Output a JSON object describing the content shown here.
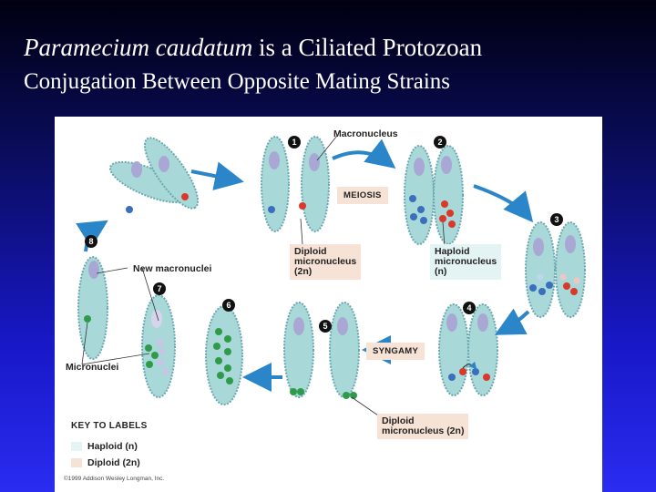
{
  "title": {
    "italic_part": "Paramecium caudatum",
    "rest": " is a Ciliated Protozoan"
  },
  "subtitle": "Conjugation Between Opposite Mating Strains",
  "diagram": {
    "steps": [
      "1",
      "2",
      "3",
      "4",
      "5",
      "6",
      "7",
      "8"
    ],
    "macronucleus_label": "Macronucleus",
    "meiosis_label": "MEIOSIS",
    "syngamy_label": "SYNGAMY",
    "diploid_micro_box": [
      "Diploid",
      "micronucleus",
      "(2n)"
    ],
    "haploid_micro_box": [
      "Haploid",
      "micronucleus",
      "(n)"
    ],
    "diploid_micro_box2": [
      "Diploid",
      "micronucleus (2n)"
    ],
    "new_macronuclei_label": "New macronuclei",
    "micronuclei_label": "Micronuclei",
    "key": {
      "title": "KEY TO LABELS",
      "haploid": "Haploid (n)",
      "diploid": "Diploid (2n)",
      "haploid_color": "#e4f4f4",
      "diploid_color": "#f7e2d6"
    },
    "copyright": "©1999 Addison Wesley Longman, Inc.",
    "colors": {
      "cell": "#a8d8d8",
      "cell_edge": "#6aa8b0",
      "macronucleus": "#a9a7d4",
      "arrow": "#2a86c8",
      "red": "#d8392b",
      "blue": "#3b6fbe",
      "green": "#2f9a4a"
    }
  }
}
